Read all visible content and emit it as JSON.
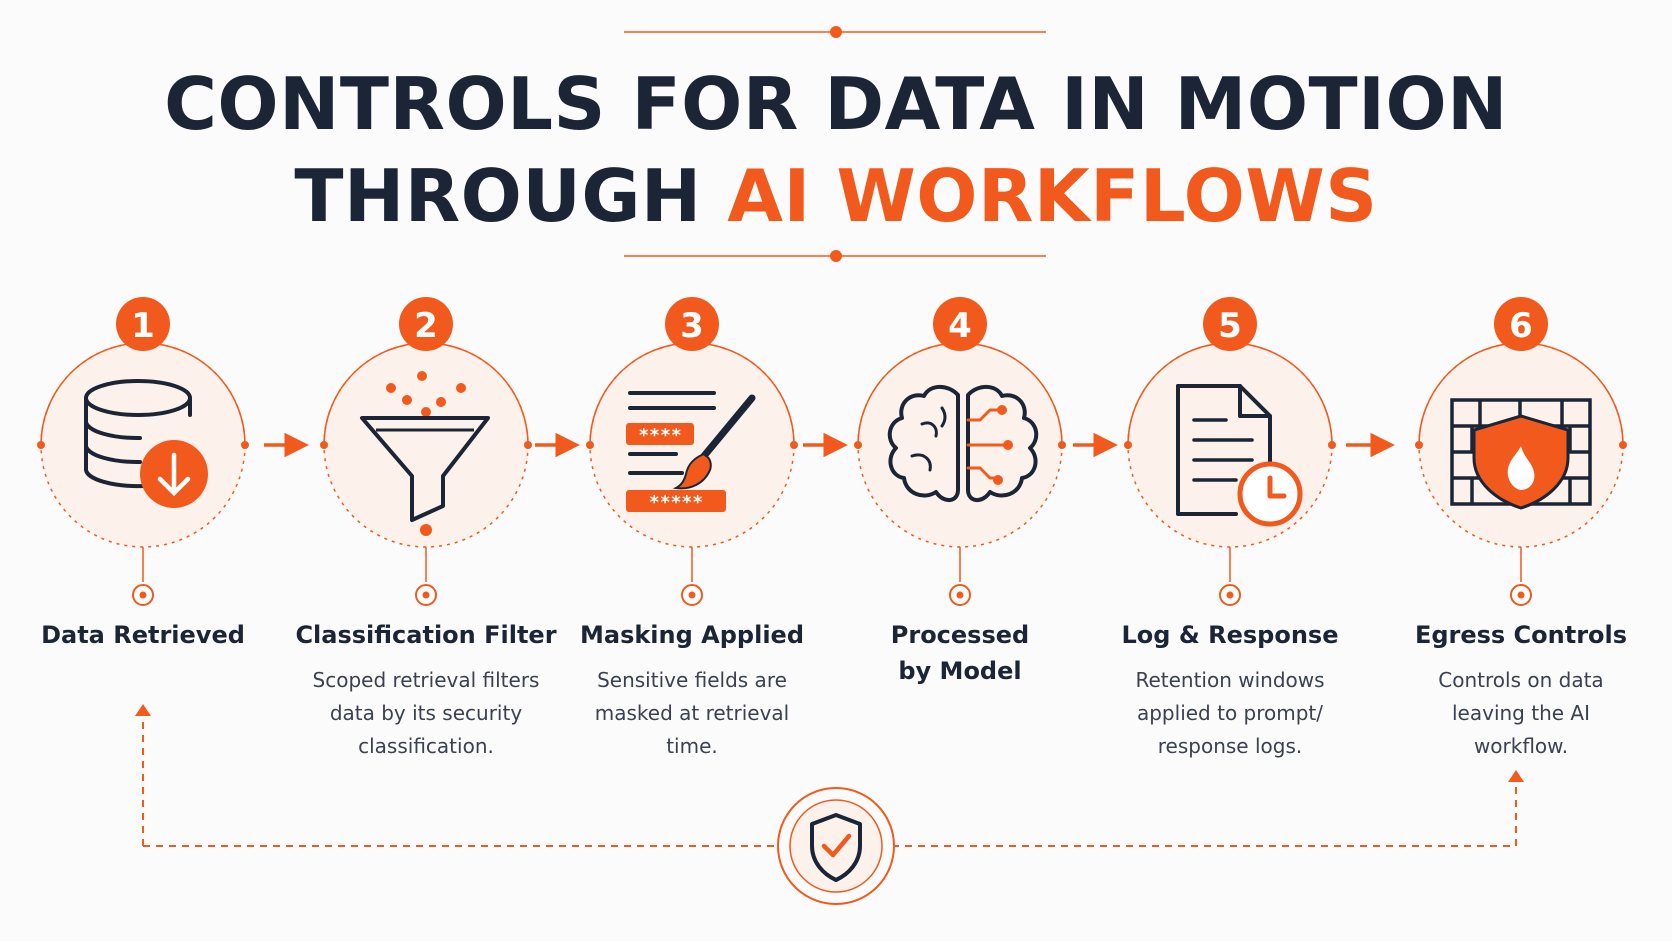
{
  "title": {
    "line1": "CONTROLS FOR DATA IN MOTION",
    "line2_prefix": "THROUGH ",
    "line2_accent": "AI WORKFLOWS"
  },
  "colors": {
    "accent": "#f25a1d",
    "ink": "#1b2536",
    "circle_fill": "#fdf1ec"
  },
  "steps": [
    {
      "number": "1",
      "label": "Data Retrieved",
      "label_line2": "",
      "description": [
        "",
        "",
        ""
      ],
      "icon": "database-download-icon"
    },
    {
      "number": "2",
      "label": "Classification Filter",
      "label_line2": "",
      "description": [
        "Scoped retrieval filters",
        "data by its security",
        "classification."
      ],
      "icon": "funnel-filter-icon"
    },
    {
      "number": "3",
      "label": "Masking Applied",
      "label_line2": "",
      "description": [
        "Sensitive fields are",
        "masked at retrieval",
        "time."
      ],
      "icon": "mask-brush-icon"
    },
    {
      "number": "4",
      "label": "Processed",
      "label_line2": "by Model",
      "description": [
        "",
        "",
        ""
      ],
      "icon": "brain-circuit-icon"
    },
    {
      "number": "5",
      "label": "Log & Response",
      "label_line2": "",
      "description": [
        "Retention windows",
        "applied to prompt/",
        "response logs."
      ],
      "icon": "document-clock-icon"
    },
    {
      "number": "6",
      "label": "Egress Controls",
      "label_line2": "",
      "description": [
        "Controls on data",
        "leaving the AI",
        "workflow."
      ],
      "icon": "firewall-shield-icon"
    }
  ],
  "masks": {
    "short": "****",
    "long": "*****"
  },
  "feedback_icon": "shield-check-icon"
}
